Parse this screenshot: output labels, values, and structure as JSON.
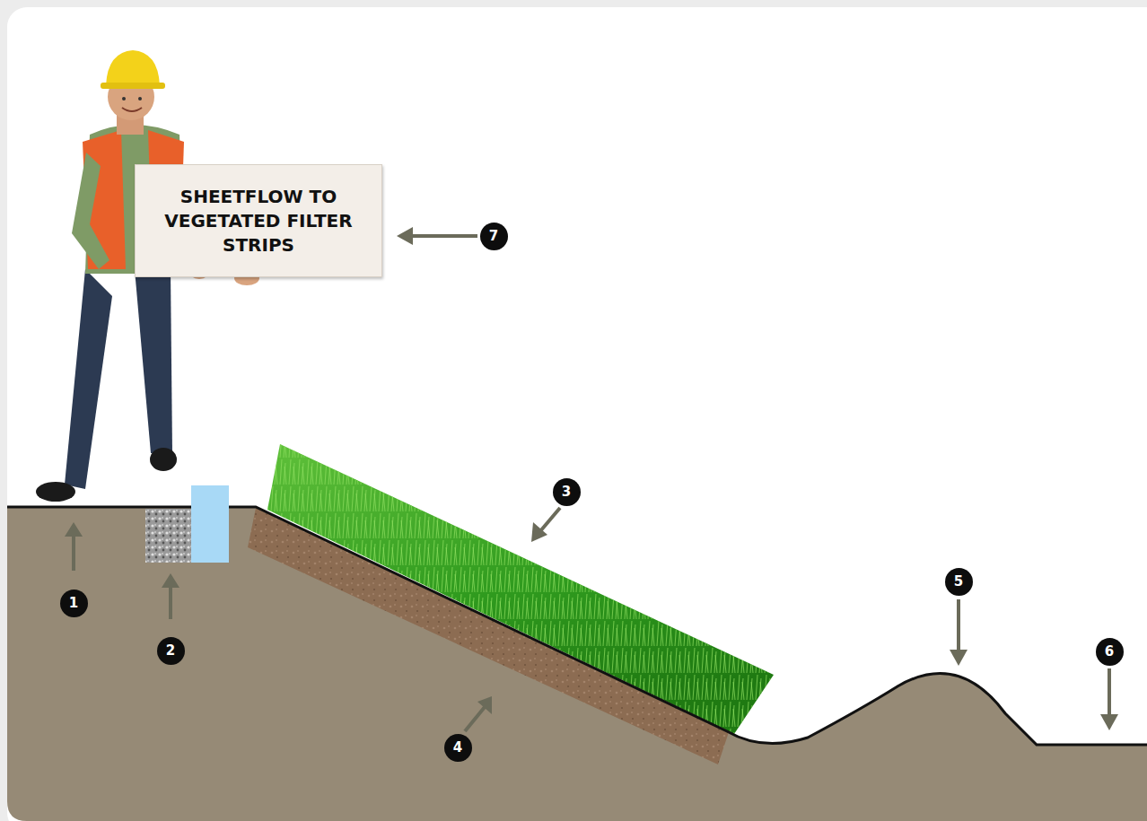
{
  "diagram": {
    "nodes": [
      {
        "text": [
          "SHEETFLOW TO VEGETATED FILTER STRIPS"
        ]
      }
    ],
    "labels": [
      "1",
      "2",
      "3",
      "4",
      "5",
      "6",
      "7"
    ]
  }
}
